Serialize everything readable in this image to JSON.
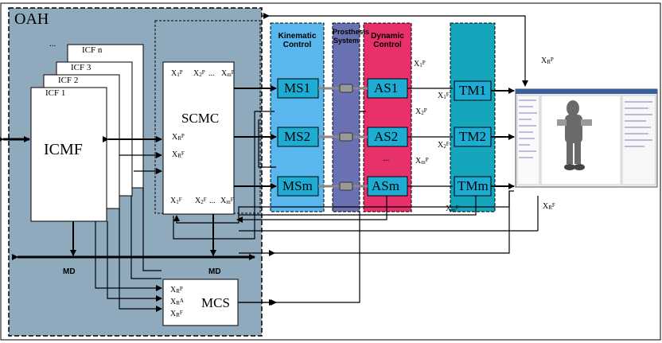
{
  "diagram": {
    "oah_label": "OAH",
    "icf_cards": [
      "ICF 1",
      "ICF 2",
      "ICF 3",
      "ICF n"
    ],
    "icmf_label": "ICMF",
    "scmc_label": "SCMC",
    "mcs_label": "MCS",
    "md_left": "MD",
    "md_right": "MD",
    "kinematic_header": "Kinematic Control",
    "prosthesis_header": "Prosthesis System",
    "dynamic_header": "Dynamic Control",
    "ms_boxes": [
      "MS1",
      "MS2",
      "MSm"
    ],
    "as_boxes": [
      "AS1",
      "AS2",
      "ASm"
    ],
    "tm_boxes": [
      "TM1",
      "TM2",
      "TMm"
    ],
    "ellipsis": "...",
    "x_main": "X",
    "sup_p": "P",
    "sup_f": "F",
    "sup_a": "A",
    "sub_r": "R",
    "sub_1": "1",
    "sub_2": "2",
    "sub_m": "m"
  },
  "colors": {
    "oah_fill": "#8fa9bd",
    "kinematic_fill": "#5ab7ee",
    "prosthesis_fill": "#6b72b4",
    "dynamic_fill": "#e8316b",
    "tm_fill": "#15a6bd",
    "box_fill": "#1dadd4"
  }
}
